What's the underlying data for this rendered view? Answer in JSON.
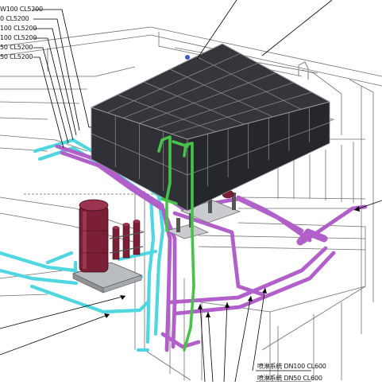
{
  "colors": {
    "background": "#ffffff",
    "tank_body": "#2e2f33",
    "tank_panel": "#4a4b50",
    "tank_edge": "#8e9096",
    "cyan_pipe": "#4fd6e0",
    "purple_pipe": "#b060c8",
    "green_pipe": "#47c24a",
    "pressure_vessel": "#7a1f35",
    "line_drawing": "#6f6f6f",
    "leader": "#000000",
    "label_text": "#111111"
  },
  "left_labels": [
    "W100 CL5200",
    "0 CL5200",
    "100 CL5200",
    "100 CL5200",
    "50 CL5200",
    "50 CL5200"
  ],
  "bottom_labels": [
    "喷淋系统 DN100 CL600",
    "喷淋系统 DN50 CL600"
  ]
}
